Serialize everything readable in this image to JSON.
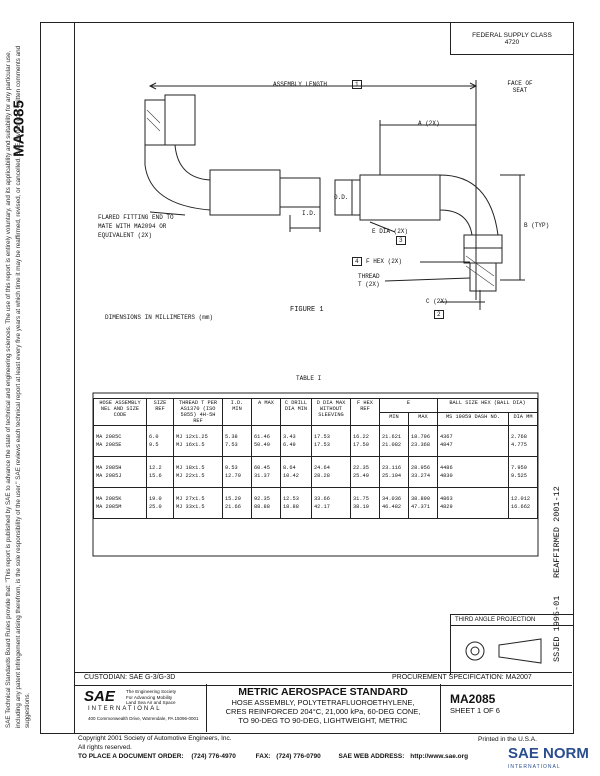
{
  "document": {
    "id": "MA2085",
    "federal_supply_class_label": "FEDERAL SUPPLY CLASS",
    "federal_supply_class": "4720",
    "reaffirmed": "REAFFIRMED 2001-12",
    "ssjed": "SSJED 1995-01",
    "disclaimer": "SAE Technical Standards Board Rules provide that: \"This report is published by SAE to advance the state of technical and engineering sciences. The use of this report is entirely voluntary, and its applicability and suitability for any particular use, including any patent infringement arising therefrom, is the sole responsibility of the user.\" SAE reviews each technical report at least every five years at which time it may be reaffirmed, revised, or cancelled. SAE invites your written comments and suggestions."
  },
  "figure": {
    "assembly_length": "ASSEMBLY LENGTH",
    "face_of_seat": "FACE OF SEAT",
    "a_2x": "A  (2X)",
    "od": "O.D.",
    "id": "I.D.",
    "e_dia": "E DIA  (2X)",
    "f_hex": "F HEX  (2X)",
    "thread": "THREAD",
    "t_2x": "T  (2X)",
    "b_typ": "B (TYP)",
    "c_2x": "C  (2X)",
    "flared_1": "FLARED FITTING END TO",
    "flared_2": "MATE WITH MA2094 OR",
    "flared_3": "EQUIVALENT (2X)",
    "caption": "FIGURE 1",
    "dims": "DIMENSIONS IN MILLIMETERS (mm)",
    "mark_1": "1",
    "mark_2": "2",
    "mark_3": "3",
    "mark_4": "4"
  },
  "table": {
    "title": "TABLE I",
    "headers": {
      "hose": "HOSE ASSEMBLY NEL AND SIZE CODE",
      "size": "SIZE REF",
      "thread": "THREAD T PER AS1370 (ISO 5855) 4H-5H REF",
      "id": "I.D. MIN",
      "a": "A MAX",
      "c": "C DRILL DIA MIN",
      "d": "D DIA MAX WITHOUT SLEEVING",
      "f": "F HEX REF",
      "e": "E",
      "e_min": "MIN",
      "e_max": "MAX",
      "ball": "BALL SIZE HEX (BALL DIA)",
      "ms": "MS 19059 DASH NO.",
      "dia": "DIA MM"
    },
    "groups": [
      [
        [
          "MA 2085C",
          "6.0",
          "MJ 12x1.25",
          "5.38",
          "61.46",
          "3.43",
          "17.53",
          "16.22",
          "21.621",
          "18.796",
          "4367",
          "2.768"
        ],
        [
          "MA 2085E",
          "9.5",
          "MJ 16x1.5",
          "7.53",
          "50.40",
          "6.49",
          "17.53",
          "17.50",
          "21.082",
          "23.368",
          "4847",
          "4.775"
        ]
      ],
      [
        [
          "MA 2085H",
          "12.2",
          "MJ 18x1.5",
          "9.53",
          "60.45",
          "8.64",
          "24.64",
          "22.35",
          "23.116",
          "28.956",
          "4486",
          "7.950"
        ],
        [
          "MA 2085J",
          "15.6",
          "MJ 22x1.5",
          "12.70",
          "31.37",
          "10.42",
          "28.28",
          "25.40",
          "25.194",
          "33.274",
          "4830",
          "9.525"
        ]
      ],
      [
        [
          "MA 2085K",
          "19.0",
          "MJ 27x1.5",
          "15.29",
          "92.35",
          "12.53",
          "33.66",
          "31.75",
          "34.036",
          "38.890",
          "4863",
          "12.012"
        ],
        [
          "MA 2085M",
          "25.0",
          "MJ 33x1.5",
          "21.66",
          "88.88",
          "18.88",
          "42.17",
          "38.10",
          "46.482",
          "47.371",
          "4829",
          "16.662"
        ]
      ]
    ]
  },
  "third_angle": "THIRD ANGLE PROJECTION",
  "custodian": "CUSTODIAN:  SAE G-3/G-3D",
  "procurement": "PROCUREMENT SPECIFICATION:  MA2007",
  "sae": {
    "logo": "SAE",
    "international": "INTERNATIONAL",
    "line1": "The Engineering Society",
    "line2": "For Advancing Mobility",
    "line3": "Land Sea Air and Space",
    "address": "400 Commonwealth Drive, Warrendale, PA 15096-0001"
  },
  "title": {
    "main": "METRIC AEROSPACE STANDARD",
    "l1": "HOSE ASSEMBLY, POLYTETRAFLUOROETHYLENE,",
    "l2": "CRES REINFORCED 204°C, 21,000 kPa, 60-DEG CONE,",
    "l3": "TO 90-DEG TO 90-DEG, LIGHTWEIGHT, METRIC",
    "number": "MA2085",
    "sheet": "SHEET 1 OF 6"
  },
  "footer": {
    "copyright": "Copyright 2001 Society of Automotive Engineers, Inc.",
    "rights": "All rights reserved.",
    "printed": "Printed in the U.S.A.",
    "order_label": "TO PLACE A DOCUMENT ORDER:",
    "order_phone": "(724) 776-4970",
    "fax_label": "FAX:",
    "fax": "(724) 776-0790",
    "web_label": "SAE WEB ADDRESS:",
    "web": "http://www.sae.org"
  },
  "watermark": {
    "brand": "SAE NORM",
    "sub": "INTERNATIONAL"
  }
}
